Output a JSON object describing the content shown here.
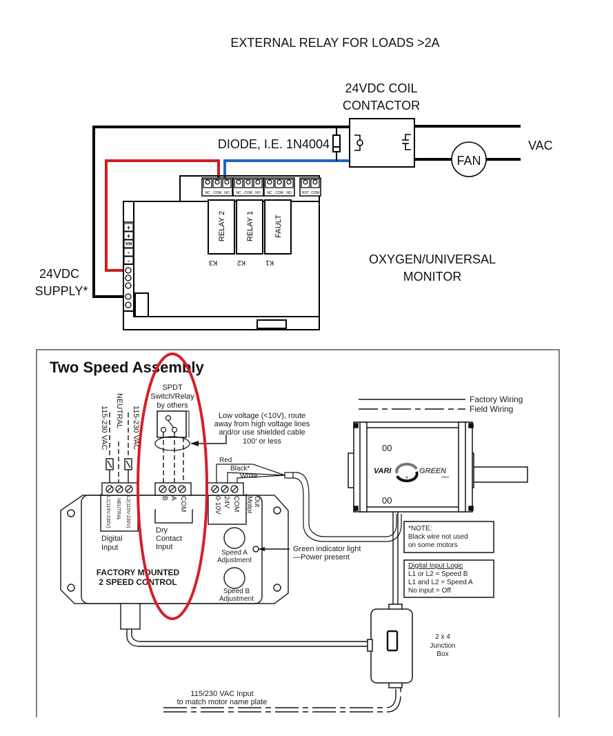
{
  "top_diagram": {
    "title": "EXTERNAL RELAY FOR LOADS >2A",
    "contactor_label_1": "24VDC COIL",
    "contactor_label_2": "CONTACTOR",
    "diode_label": "DIODE, I.E. 1N4004",
    "vac_label": "VAC",
    "fan_label": "FAN",
    "supply_label_1": "24VDC",
    "supply_label_2": "SUPPLY*",
    "monitor_label_1": "OXYGEN/UNIVERSAL",
    "monitor_label_2": "MONITOR",
    "terminal_groups": [
      {
        "labels": [
          "NC",
          "COM",
          "NO"
        ]
      },
      {
        "labels": [
          "NC",
          "COM",
          "NO"
        ]
      },
      {
        "labels": [
          "NC",
          "COM",
          "NO"
        ]
      },
      {
        "labels": [
          "RST",
          "COM"
        ]
      }
    ],
    "relays": [
      {
        "name": "RELAY 2",
        "ref": "K3"
      },
      {
        "name": "RELAY 1",
        "ref": "K2"
      },
      {
        "name": "FAULT",
        "ref": "K1"
      }
    ],
    "ma_terminals": [
      "+",
      "+",
      "MA",
      "-",
      "-"
    ],
    "wire_colors": {
      "red": "#d01c1f",
      "blue": "#1f63c6",
      "black": "#000000"
    }
  },
  "bottom_diagram": {
    "title": "Two Speed Assembly",
    "legend": {
      "factory": "Factory Wiring",
      "field": "Field Wiring"
    },
    "spdt_label": [
      "SPDT",
      "Switch/Relay",
      "by others"
    ],
    "low_voltage_note": [
      "Low voltage (<10V), route",
      "away from  high voltage lines",
      "and/or use shielded cable",
      "100' or less"
    ],
    "input_wire_labels": [
      "115-230 VAC",
      "NEUTRAL",
      "115-230 VAC"
    ],
    "motor_wires": [
      "Red",
      "Black*",
      "White"
    ],
    "digital_input_terminals": [
      "L1(115V-230V)",
      "NEUTRAL",
      "L2(115V-230V)"
    ],
    "digital_input_label": [
      "Digital",
      "Input"
    ],
    "dry_contact_terminals": [
      "B",
      "A",
      "COM"
    ],
    "dry_contact_label": [
      "Dry",
      "Contact",
      "Input"
    ],
    "motor_out_terminals": [
      "0-10V",
      "24V",
      "COM"
    ],
    "motor_out_label": [
      "Motor",
      "Out"
    ],
    "speed_a": [
      "Speed A",
      "Adjustment"
    ],
    "speed_b": [
      "Speed B",
      "Adjustment"
    ],
    "control_label": [
      "FACTORY MOUNTED",
      "2 SPEED CONTROL"
    ],
    "indicator_note": [
      "Green indicator light",
      "—Power present"
    ],
    "motor_brand": {
      "left": "VARI",
      "right": "GREEN",
      "sub": "Motor"
    },
    "note_box": [
      "*NOTE:",
      "Black wire not used",
      "on some motors"
    ],
    "logic_box": {
      "title": "Digital Input Logic",
      "lines": [
        "L1 or L2 = Speed B",
        "L1 and L2 = Speed A",
        "No input = Off"
      ]
    },
    "junction_box": [
      "2 x 4",
      "Junction",
      "Box"
    ],
    "vac_input": [
      "115/230 VAC Input",
      "to match  motor name plate"
    ],
    "highlight_color": "#d42027"
  }
}
